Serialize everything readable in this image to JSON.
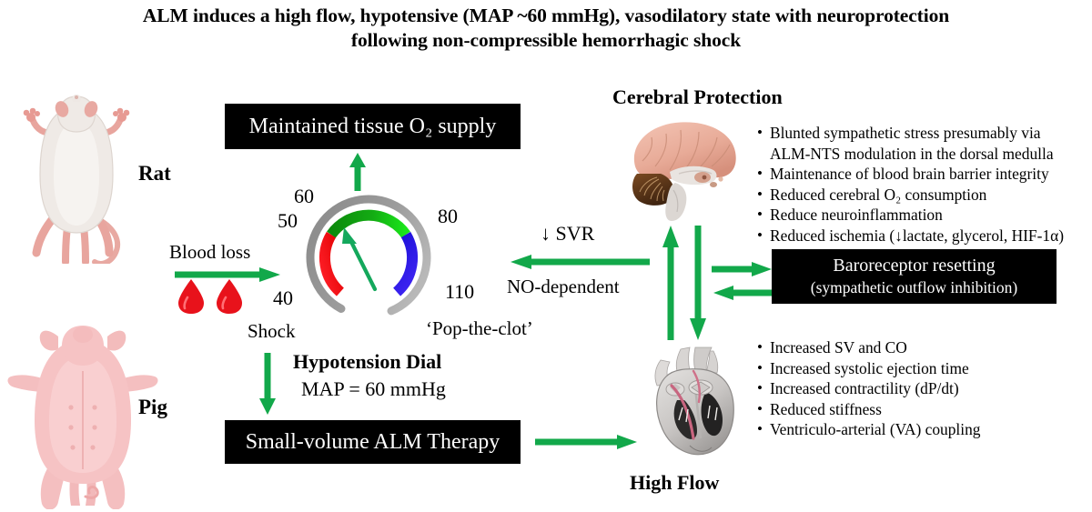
{
  "title": {
    "line1": "ALM induces a high flow, hypotensive (MAP ~60 mmHg), vasodilatory state with neuroprotection",
    "line2": "following non-compressible hemorrhagic shock"
  },
  "animals": {
    "rat_label": "Rat",
    "pig_label": "Pig"
  },
  "flow": {
    "blood_loss": "Blood loss",
    "shock": "Shock",
    "pop_the_clot": "‘Pop-the-clot’",
    "svr": "↓ SVR",
    "no_dependent": "NO-dependent"
  },
  "boxes": {
    "o2_supply": "Maintained tissue O₂ supply",
    "alm_therapy": "Small-volume ALM Therapy",
    "baroreceptor_line1": "Baroreceptor resetting",
    "baroreceptor_line2": "(sympathetic outflow inhibition)"
  },
  "dial": {
    "caption_title": "Hypotension Dial",
    "caption_value": "MAP = 60 mmHg",
    "ticks": [
      "40",
      "50",
      "60",
      "80",
      "110"
    ],
    "needle_value": 60,
    "zone_colors": {
      "shock_red": "#fb0909",
      "target_dark_green": "#129b12",
      "target_bright_green": "#15dd15",
      "high_blue": "#2411e0",
      "bezel_gray": "#a3a3a3"
    }
  },
  "cerebral": {
    "heading": "Cerebral Protection",
    "bullets": [
      "Blunted sympathetic stress presumably via",
      "ALM-NTS modulation in the dorsal medulla",
      "Maintenance of blood brain barrier integrity",
      "Reduced cerebral O₂ consumption",
      "Reduce neuroinflammation",
      "Reduced ischemia (↓lactate, glycerol, HIF-1α)"
    ]
  },
  "cardiac": {
    "heading": "High Flow",
    "bullets": [
      "Increased SV and CO",
      "Increased systolic ejection time",
      "Increased contractility (dP/dt)",
      "Reduced stiffness",
      "Ventriculo-arterial (VA) coupling"
    ]
  },
  "colors": {
    "arrow_green": "#12a84a",
    "box_black": "#000000",
    "blood_red": "#e8121b"
  }
}
